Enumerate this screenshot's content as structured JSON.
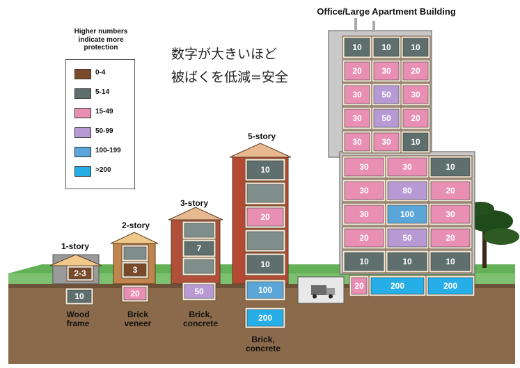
{
  "title": "Office/Large Apartment Building",
  "japanese_note": {
    "line1": "数字が大きいほど",
    "line2": "被ばくを低減=安全"
  },
  "legend": {
    "heading": "Higher numbers indicate more protection",
    "items": [
      {
        "label": "0-4",
        "color": "#7a4b2a"
      },
      {
        "label": "5-14",
        "color": "#5f6f6d"
      },
      {
        "label": "15-49",
        "color": "#e88fb3"
      },
      {
        "label": "50-99",
        "color": "#b79ad3"
      },
      {
        "label": "100-199",
        "color": "#5aa6d8"
      },
      {
        "label": ">200",
        "color": "#25aee8"
      }
    ]
  },
  "buildings": [
    {
      "name": "1-story",
      "caption": "Wood frame",
      "floors": [
        "2-3"
      ],
      "basement": [
        "10"
      ]
    },
    {
      "name": "2-story",
      "caption": "Brick veneer",
      "floors": [
        "3",
        ""
      ],
      "basement": [
        "20"
      ]
    },
    {
      "name": "3-story",
      "caption": "Brick, concrete",
      "floors": [
        "",
        "7",
        ""
      ],
      "basement": [
        "50"
      ]
    },
    {
      "name": "5-story",
      "caption": "Brick, concrete",
      "floors": [
        "10",
        "",
        "20",
        "",
        "10"
      ],
      "basement": [
        "100",
        "200"
      ]
    },
    {
      "name": "Office/Large Apartment Building",
      "tower_rows": [
        [
          "10",
          "10",
          "10"
        ],
        [
          "20",
          "30",
          "20"
        ],
        [
          "30",
          "50",
          "30"
        ],
        [
          "30",
          "50",
          "20"
        ],
        [
          "30",
          "30",
          "10"
        ]
      ],
      "wide_rows": [
        [
          "30",
          "30",
          "10"
        ],
        [
          "30",
          "80",
          "20"
        ],
        [
          "30",
          "100",
          "30"
        ],
        [
          "20",
          "50",
          "20"
        ],
        [
          "10",
          "10",
          "10"
        ]
      ],
      "basement": [
        "20",
        "200",
        "200"
      ]
    }
  ]
}
